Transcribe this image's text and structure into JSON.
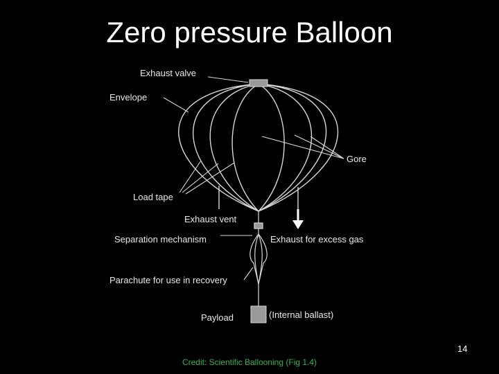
{
  "slide": {
    "title": "Zero pressure Balloon",
    "page_number": "14",
    "credit": "Credit:  Scientific Ballooning (Fig  1.4)"
  },
  "diagram": {
    "labels": {
      "exhaust_valve": "Exhaust valve",
      "envelope": "Envelope",
      "gore": "Gore",
      "load_tape": "Load tape",
      "exhaust_vent": "Exhaust vent",
      "separation_mechanism": "Separation mechanism",
      "exhaust_excess_gas": "Exhaust for excess gas",
      "parachute": "Parachute for use in recovery",
      "payload": "Payload",
      "internal_ballast": "(Internal ballast)"
    },
    "colors": {
      "background": "#000000",
      "line": "#d8d8d8",
      "box_fill": "#9a9a9a",
      "credit_text": "#37b34a"
    }
  }
}
